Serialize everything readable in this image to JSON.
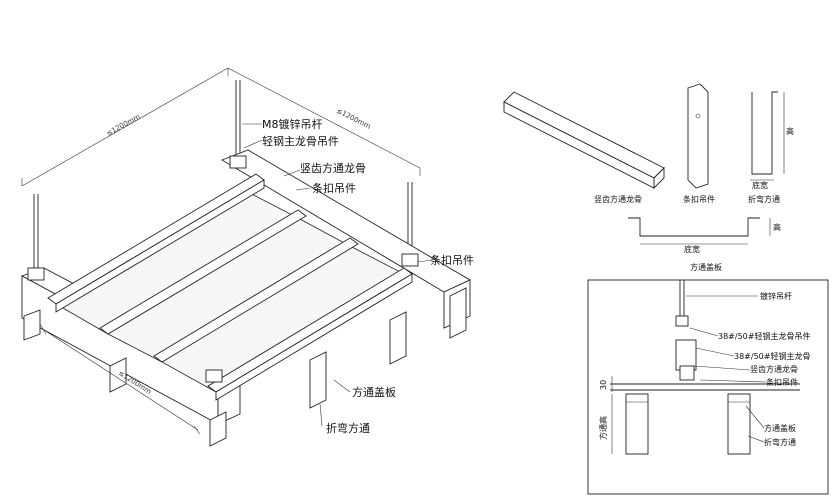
{
  "main_labels": {
    "rod": "M8镀锌吊杆",
    "main_keel": "轻钢主龙骨吊件",
    "vertical_keel": "竖齿方通龙骨",
    "clip": "条扣吊件",
    "clip_right": "条扣吊件",
    "panel": "方通盖板",
    "folded": "折弯方通"
  },
  "dimensions": {
    "top_left": "≤1200mm",
    "top_right": "≤1200mm",
    "bottom": "≤1200mm"
  },
  "parts": {
    "part1": "竖齿方通龙骨",
    "part2": "条扣吊件",
    "part3": "折弯方通",
    "part3_bottom": "底宽",
    "part3_height": "高"
  },
  "cover": {
    "bottom_width": "底宽",
    "height": "高",
    "caption": "方通盖板"
  },
  "section": {
    "rod": "镀锌吊杆",
    "main_keel_hanger": "38#/50#轻钢主龙骨吊件",
    "main_keel": "38#/50#轻钢主龙骨",
    "vertical_keel": "竖齿方通龙骨",
    "clip": "条扣吊件",
    "cover": "方通盖板",
    "folded": "折弯方通",
    "dim_30": "30",
    "height_label": "方通高"
  }
}
